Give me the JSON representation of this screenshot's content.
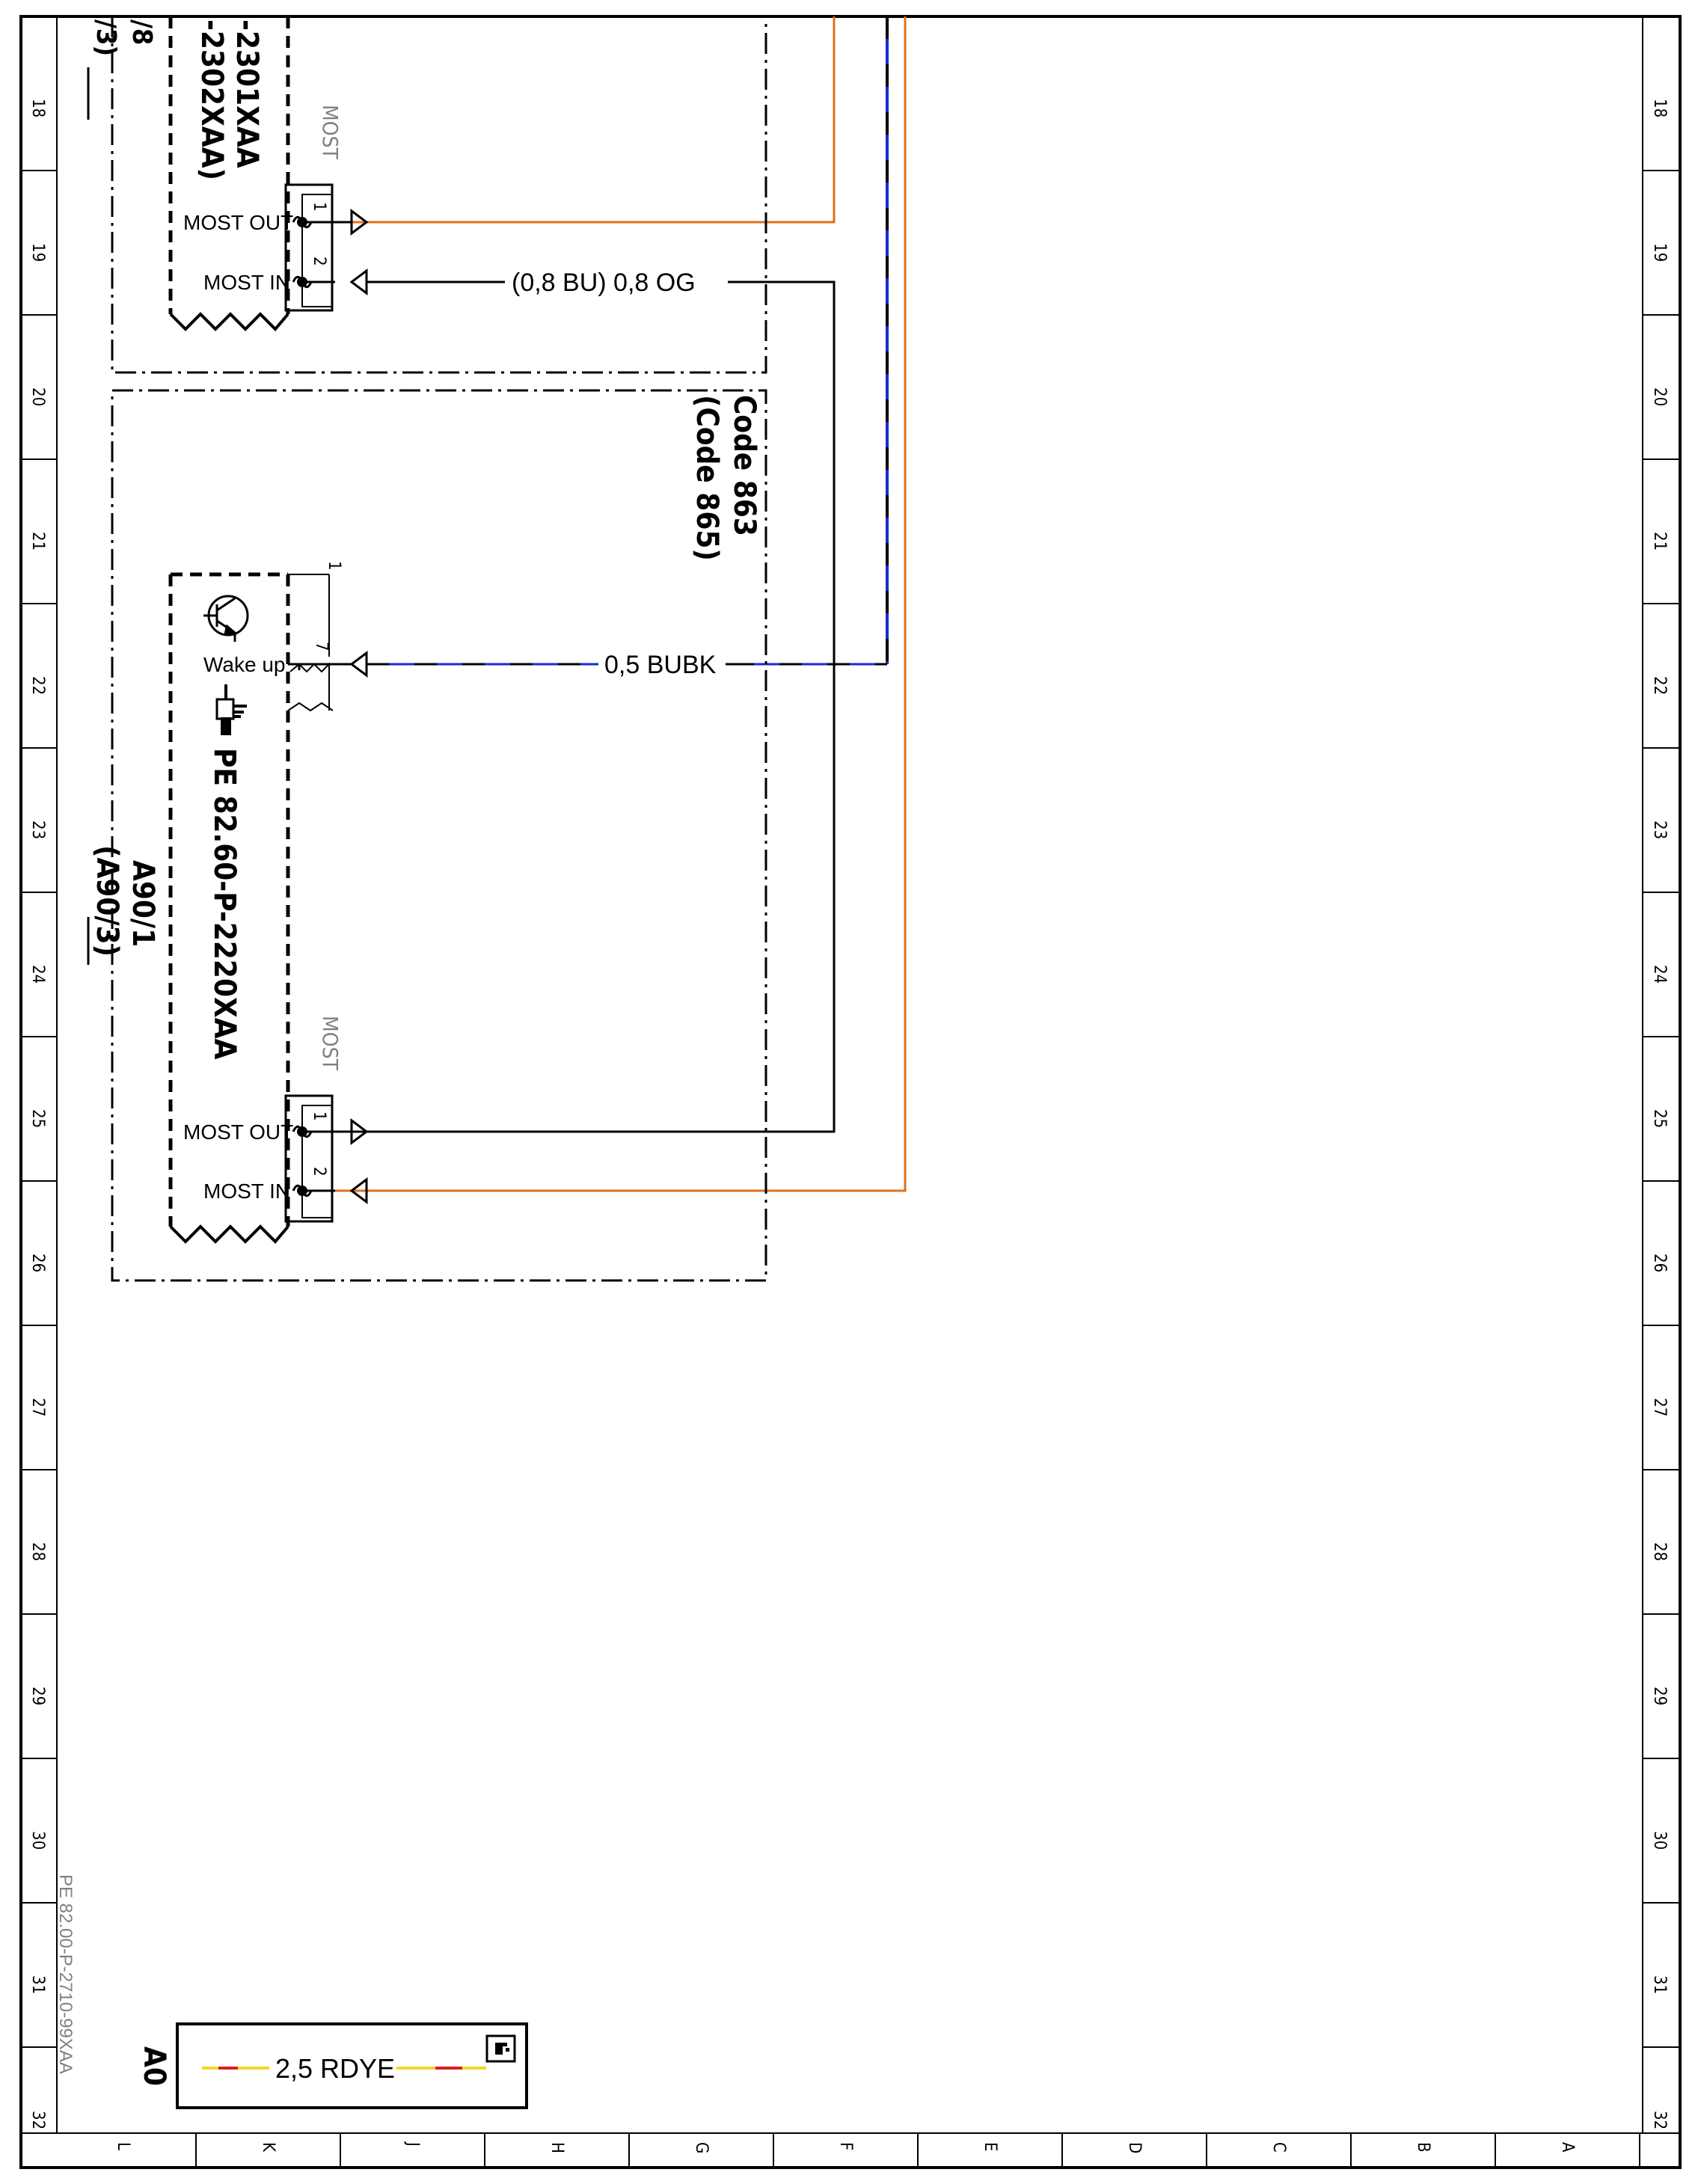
{
  "frame": {
    "row_numbers": [
      "18",
      "19",
      "20",
      "21",
      "22",
      "23",
      "24",
      "25",
      "26",
      "27",
      "28",
      "29",
      "30",
      "31",
      "32"
    ],
    "column_letters": [
      "L",
      "K",
      "J",
      "H",
      "G",
      "F",
      "E",
      "D",
      "C",
      "B",
      "A"
    ]
  },
  "colors": {
    "line": "#000000",
    "wire_orange": "#e0701c",
    "wire_blue": "#1a2ad6",
    "legend_red": "#d8202a",
    "legend_yellow": "#f0d82a",
    "faded_text": "#909090"
  },
  "upper_module": {
    "label_lines": [
      "-2301XAA",
      "-2302XAA)"
    ],
    "ref_fragment_lines": [
      "/8",
      "/3)"
    ],
    "connector_label": "MOST",
    "pins": [
      {
        "number": "1",
        "name": "MOST OUT"
      },
      {
        "number": "2",
        "name": "MOST IN"
      }
    ]
  },
  "lower_module": {
    "code_lines": [
      "Code 863",
      "(Code 865)"
    ],
    "designation_lines": [
      "A90/1",
      "(A90/3)"
    ],
    "document_ref": "PE 82.60-P-2220XAA",
    "upper_connector_pin_top": "1",
    "wake_pin": {
      "number": "7",
      "name": "Wake up"
    },
    "connector_label": "MOST",
    "pins": [
      {
        "number": "1",
        "name": "MOST OUT"
      },
      {
        "number": "2",
        "name": "MOST IN"
      }
    ]
  },
  "wires": {
    "most_in_upper": "(0,8 BU) 0,8 OG",
    "wake_up": "0,5 BUBK"
  },
  "footer": {
    "sheet_id": "PE 82.00-P-2710-99XAA",
    "legend_label": "A0",
    "legend_wire": "2,5 RDYE"
  },
  "icons": [
    "transistor-icon",
    "pointing-hand-icon",
    "info-icon"
  ]
}
